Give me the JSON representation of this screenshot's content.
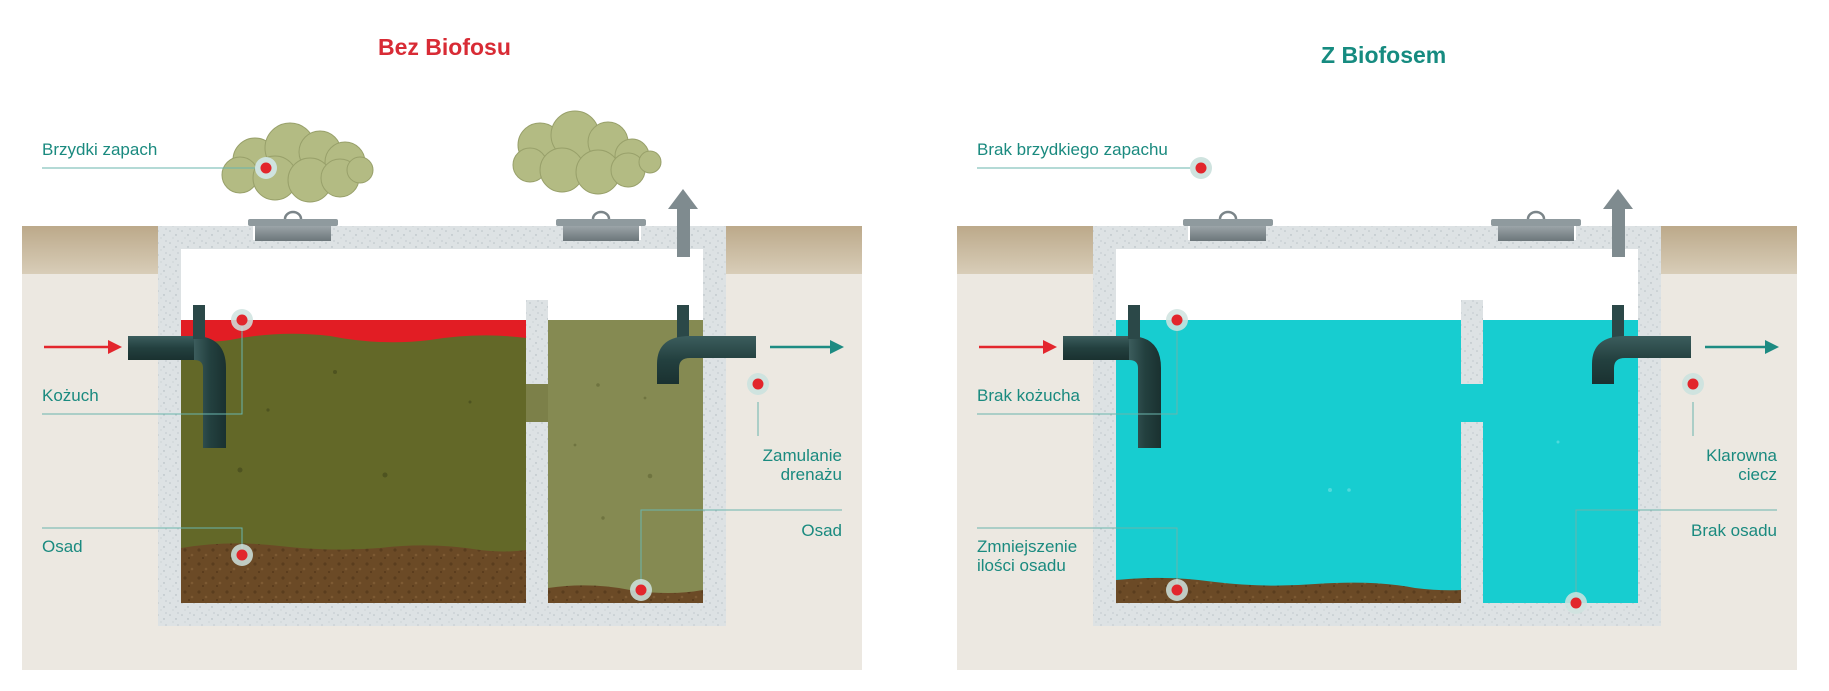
{
  "colors": {
    "left_title": "#d82b35",
    "right_title": "#168b80",
    "label_text": "#1a8a7f",
    "sludge_liquid": "#636828",
    "sludge_liquid_light": "#858a52",
    "scum": "#e21d24",
    "sediment": "#6b4a26",
    "clear_water": "#17cdd0",
    "concrete": "#dde2e4",
    "soil": "#cbb99a",
    "ground": "#ece8e1",
    "pipe": "#2b4848",
    "inflow_arrow": "#e3262d",
    "outflow_arrow": "#1d8b82",
    "marker": "#e2262c",
    "cloud": "#b3bb83"
  },
  "icons": [
    "cloud-odor-icon",
    "manhole-cover-icon",
    "vent-arrow-icon",
    "inflow-arrow-icon",
    "outflow-arrow-icon",
    "marker-dot-icon",
    "inlet-pipe-icon",
    "outlet-pipe-icon"
  ],
  "left": {
    "title": "Bez Biofosu",
    "labels": {
      "odor": "Brzydki zapach",
      "scum": "Kożuch",
      "sediment": "Osad",
      "drain_l1": "Zamulanie",
      "drain_l2": "drenażu",
      "sediment2": "Osad"
    }
  },
  "right": {
    "title": "Z Biofosem",
    "labels": {
      "odor": "Brak brzydkiego zapachu",
      "scum": "Brak kożucha",
      "sediment_l1": "Zmniejszenie",
      "sediment_l2": "ilości osadu",
      "clear_l1": "Klarowna",
      "clear_l2": "ciecz",
      "sediment2": "Brak osadu"
    }
  }
}
